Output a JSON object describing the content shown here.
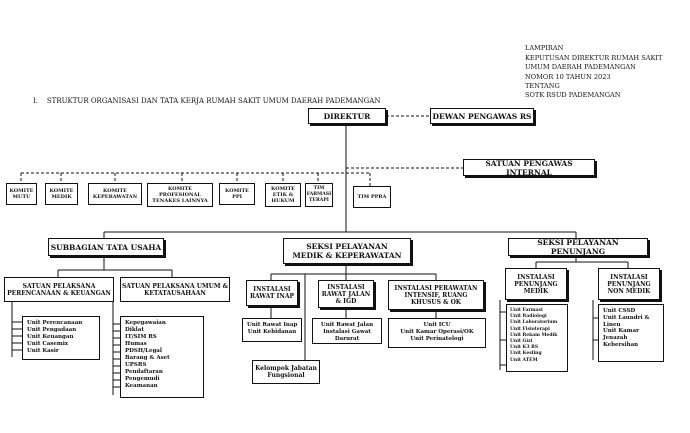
{
  "header": {
    "lines": [
      "LAMPIRAN",
      "KEPUTUSAN DIREKTUR RUMAH SAKIT",
      "UMUM DAERAH PADEMANGAN",
      "NOMOR 10 TAHUN 2023",
      "TENTANG",
      "SOTK RSUD PADEMANGAN"
    ]
  },
  "section_title": "I.    STRUKTUR ORGANISASI DAN TATA KERJA RUMAH SAKIT UMUM DAERAH PADEMANGAN",
  "top": {
    "direktur": "DIREKTUR",
    "dewan": "DEWAN PENGAWAS RS",
    "spi": "SATUAN PENGAWAS INTERNAL"
  },
  "komite": [
    "KOMITE MUTU",
    "KOMITE MEDIK",
    "KOMITE KEPERAWATAN",
    "KOMITE PROFESIONAL TENAKES LAINNYA",
    "KOMITE PPI",
    "KOMITE ETIK & HUKUM",
    "TIM FARMASI TERAPI",
    "TIM PPRA"
  ],
  "divisions": {
    "subbagian": "SUBBAGIAN TATA USAHA",
    "seksi_medik": "SEKSI PELAYANAN MEDIK & KEPERAWATAN",
    "seksi_penunjang": "SEKSI PELAYANAN PENUNJANG"
  },
  "units": {
    "perencanaan": "SATUAN PELAKSANA PERENCANAAN & KEUANGAN",
    "umum": "SATUAN PELAKSANA UMUM & KETATAUSAHAAN",
    "rawat_inap": "INSTALASI RAWAT INAP",
    "rawat_jalan": "INSTALASI RAWAT JALAN & IGD",
    "perawatan_intensif": "INSTALASI PERAWATAN INTENSIF, RUANG KHUSUS & OK",
    "penunjang_medik": "INSTALASI PENUNJANG MEDIK",
    "penunjang_non_medik": "INSTALASI PENUNJANG NON MEDIK",
    "jabatan_fungsional": "Kelompok Jabatan Fungsional"
  },
  "lists": {
    "perencanaan": [
      "Unit Perencanaan",
      "Unit Pengadaan",
      "Unit Keuangan",
      "Unit Casemix",
      "Unit Kasir"
    ],
    "umum": [
      "Kepegawaian",
      "Diklat",
      "IT/SIM RS",
      "Humas",
      "PDSH/Legal",
      "Barang & Aset",
      "UPSRS",
      "Pendaftaran",
      "Pengemudi",
      "Keamanan"
    ],
    "rawat_inap": [
      "Unit Rawat Inap",
      "Unit Kebidanan"
    ],
    "rawat_jalan": [
      "Unit Rawat Jalan",
      "Instalasi Gawat Darurat"
    ],
    "perawatan_intensif": [
      "Unit ICU",
      "Unit Kamar Operasi/OK",
      "Unit Perinatologi"
    ],
    "penunjang_medik": [
      "Unit Farmasi",
      "Unit Radiologi",
      "Unit Laboratorium",
      "Unit Fisioterapi",
      "Unit Rekam Medik",
      "Unit Gizi",
      "Unit K3 RS",
      "Unit Kesling",
      "Unit ATEM"
    ],
    "penunjang_non_medik": [
      "Unit CSSD",
      "Unit Laundri & Linen",
      "Unit Kamar Jenazah",
      "Kebersihan"
    ]
  }
}
